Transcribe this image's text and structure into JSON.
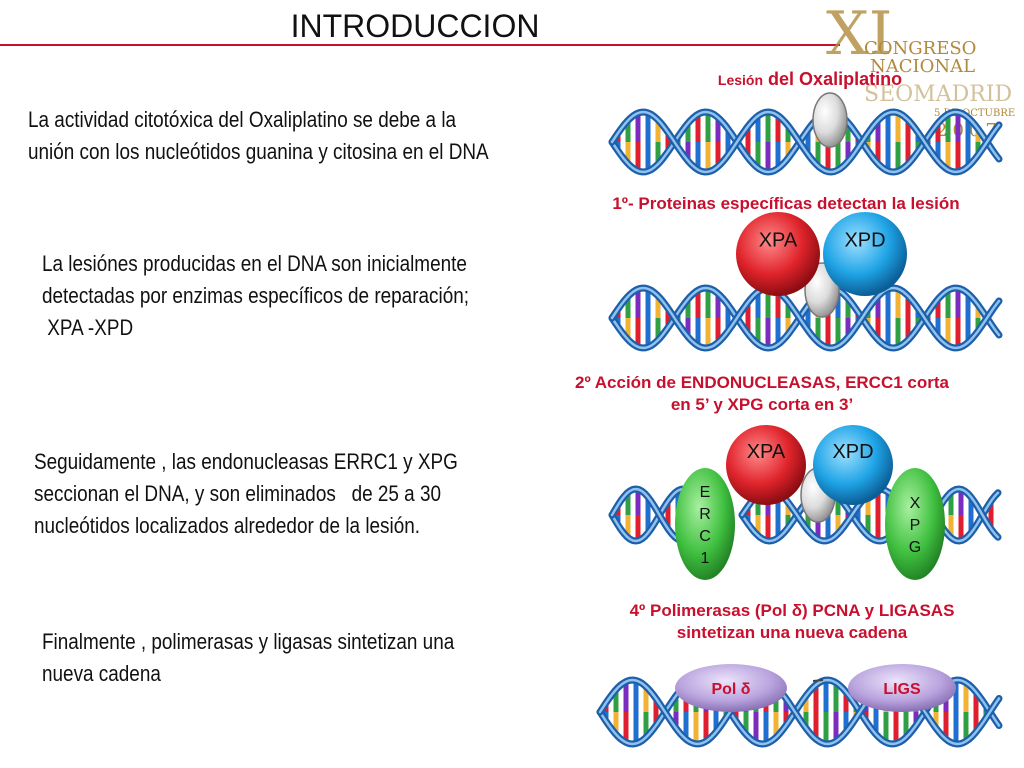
{
  "slide": {
    "title": "INTRODUCCION",
    "paragraphs": [
      {
        "lines": [
          "La actividad citotóxica del Oxaliplatino  se debe a  la",
          "unión con los nucleótidos guanina y citosina en el DNA"
        ]
      },
      {
        "lines": [
          "La  lesiónes producidas  en el DNA son  inicialmente",
          "detectadas  por enzimas  específicos  de  reparación;",
          " XPA -XPD"
        ]
      },
      {
        "lines": [
          "Seguidamente , las endonucleasas ERRC1 y XPG",
          "seccionan el DNA, y son eliminados   de 25 a 30",
          "nucleótidos  localizados alrededor de la lesión."
        ]
      },
      {
        "lines": [
          "Finalmente , polimerasas y ligasas sintetizan una",
          "nueva cadena"
        ]
      }
    ]
  },
  "logo": {
    "roman": "XI",
    "line1": "CONGRESO",
    "line2": "NACIONAL",
    "line3": "SEOMADRID",
    "dates": "5 DE OCTUBRE",
    "year": "2007"
  },
  "captions": {
    "lesion_prefix": "Lesión",
    "lesion_main": "del Oxaliplatino",
    "step1": "1º- Proteinas específicas detectan la lesión",
    "step2_l1": "2º Acción de ENDONUCLEASAS, ERCC1 corta",
    "step2_l2": "en 5’ y XPG corta en 3’",
    "step4_l1": "4º Polimerasas (Pol δ)  PCNA y LIGASAS",
    "step4_l2": "sintetizan una nueva cadena"
  },
  "diagram": {
    "xpa": "XPA",
    "xpd": "XPD",
    "ercc1_letters": [
      "E",
      "R",
      "C",
      "1"
    ],
    "xpg_letters": [
      "X",
      "P",
      "G"
    ],
    "pol": "Pol δ",
    "ligs": "LIGS"
  },
  "colors": {
    "accent": "#c8102e",
    "xpa_red": "#e0242c",
    "xpd_blue": "#1fa4e6",
    "green": "#3fbf3f",
    "lavender": "#b9a3de",
    "strand": "#2a6fb5"
  }
}
